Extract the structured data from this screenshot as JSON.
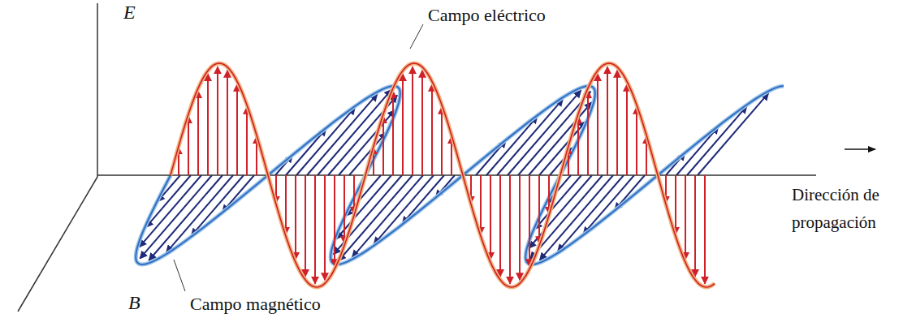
{
  "diagram": {
    "labels": [
      "E",
      "Campo eléctrico",
      "Dirección de propagación",
      "B",
      "Campo magnético"
    ]
  }
}
